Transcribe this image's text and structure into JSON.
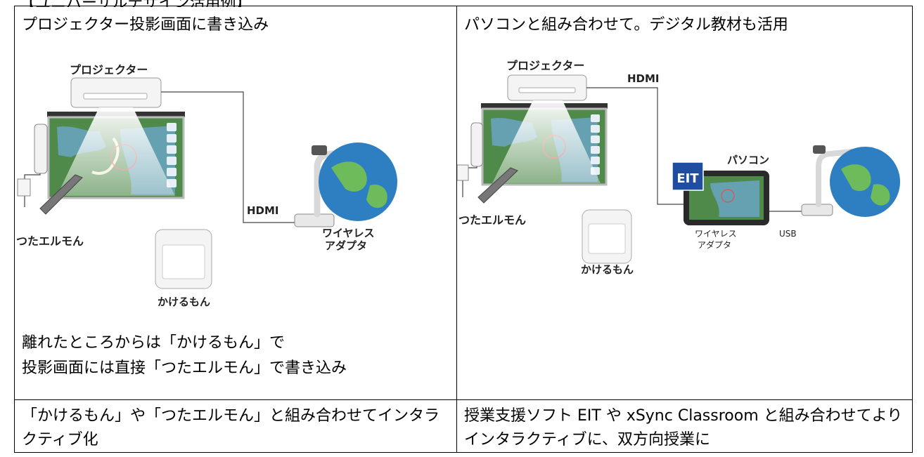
{
  "top_cutoff": "【ユニバーサルデザイン活用例】",
  "left": {
    "heading": "プロジェクター投影画面に書き込み",
    "diagram": {
      "projector_label": "プロジェクター",
      "hdmi_label": "HDMI",
      "tutaerumon_label": "つたエルモん",
      "adapter_label_1": "ワイヤレス",
      "adapter_label_2": "アダプタ",
      "kakerumon_label": "かけるもん"
    },
    "caption_1": "離れたところからは「かけるもん」で",
    "caption_2": "投影画面には直接「つたエルモん」で書き込み",
    "bottom": "「かけるもん」や「つたエルモん」と組み合わせてインタラクティブ化"
  },
  "right": {
    "heading": "パソコンと組み合わせて。デジタル教材も活用",
    "diagram": {
      "projector_label": "プロジェクター",
      "hdmi_label": "HDMI",
      "pc_label": "パソコン",
      "eit_label": "EIT",
      "tutaerumon_label": "つたエルモん",
      "adapter_label_1": "ワイヤレス",
      "adapter_label_2": "アダプタ",
      "usb_label": "USB",
      "kakerumon_label": "かけるもん"
    },
    "bottom": "授業支援ソフト EIT や xSync Classroom と組み合わせてよりインタラクティブに、双方向授業に"
  },
  "colors": {
    "border": "#000000",
    "screen_green": "#4f8a4a",
    "sea_blue": "#6aa6c9",
    "globe_blue": "#2d7fc1",
    "eit_blue": "#1f4ea1"
  }
}
